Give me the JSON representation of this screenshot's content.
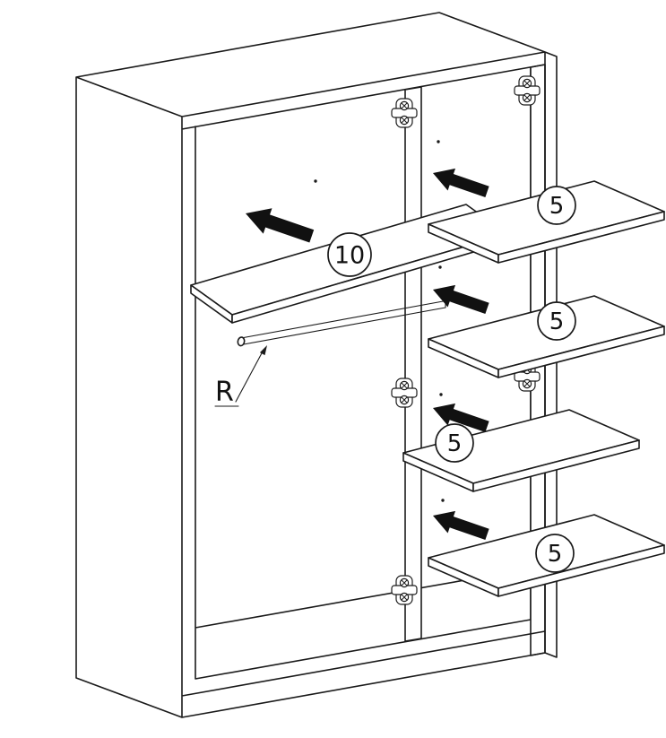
{
  "figure": {
    "type": "furniture-assembly-diagram",
    "subject": "wardrobe interior: inserting shelves and hanging rail",
    "parts": [
      {
        "id": "large-shelf",
        "label": "10",
        "shown": 1
      },
      {
        "id": "small-shelf",
        "label": "5",
        "shown": 4
      },
      {
        "id": "hanging-rail",
        "label": "R",
        "shown": 1
      }
    ],
    "callouts": {
      "shelf10": "10",
      "shelf5a": "5",
      "shelf5b": "5",
      "shelf5c": "5",
      "shelf5d": "5",
      "rail": "R"
    },
    "colors": {
      "line": "#1a1a1a",
      "background": "#ffffff",
      "arrow_fill": "#111111"
    }
  }
}
